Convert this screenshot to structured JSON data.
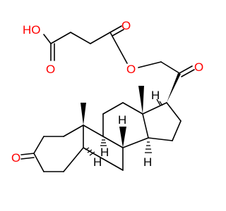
{
  "structure": {
    "atom_labels": {
      "hydroxyl": "HO",
      "acid_carbonyl_o": "O",
      "ester_carbonyl_o": "O",
      "ester_o": "O",
      "ketone21_o": "O",
      "ketone3_o": "O",
      "h_c8": "H",
      "h_c9": "H",
      "h_c14": "H",
      "h_c5": "H",
      "h_c17": "H"
    },
    "colors": {
      "oxygen": "#ff0000",
      "bond": "#000000",
      "hydrogen": "#000000"
    }
  }
}
